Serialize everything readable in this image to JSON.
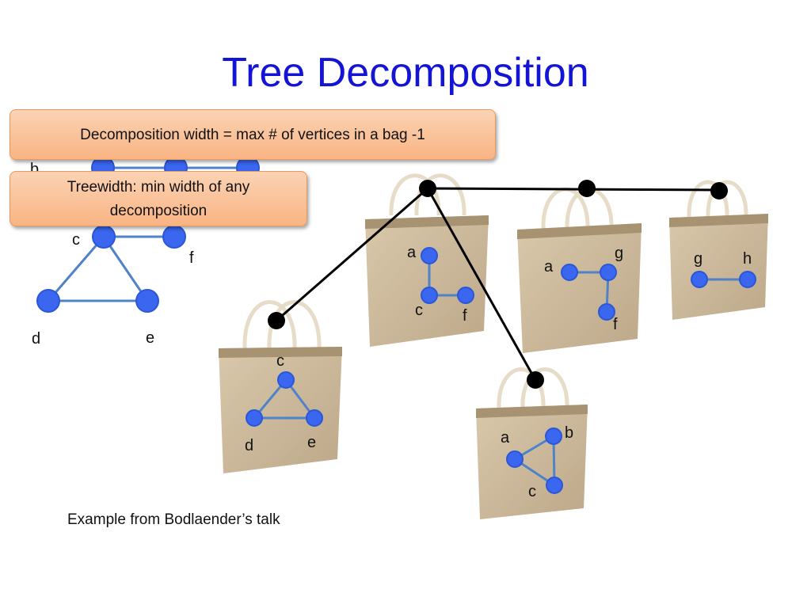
{
  "title": "Tree Decomposition",
  "callouts": {
    "width_definition": "Decomposition width = max # of vertices in a bag -1",
    "treewidth_line1": "Treewidth: min width of any",
    "treewidth_line2": "decomposition"
  },
  "caption": "Example from Bodlaender’s talk",
  "graph": {
    "vertex_labels": [
      "b",
      "c",
      "f",
      "d",
      "e"
    ]
  },
  "bags": [
    {
      "vertices": [
        "a",
        "c",
        "f"
      ]
    },
    {
      "vertices": [
        "a",
        "g",
        "f"
      ]
    },
    {
      "vertices": [
        "g",
        "h"
      ]
    },
    {
      "vertices": [
        "c",
        "d",
        "e"
      ]
    },
    {
      "vertices": [
        "a",
        "b",
        "c"
      ]
    }
  ],
  "colors": {
    "title": "#1414d6",
    "vertex_fill": "#3a66f0",
    "edge": "#4f82c8",
    "bag": "#cbb89b",
    "tree_edge": "#000000",
    "callout": "#f9b483"
  }
}
